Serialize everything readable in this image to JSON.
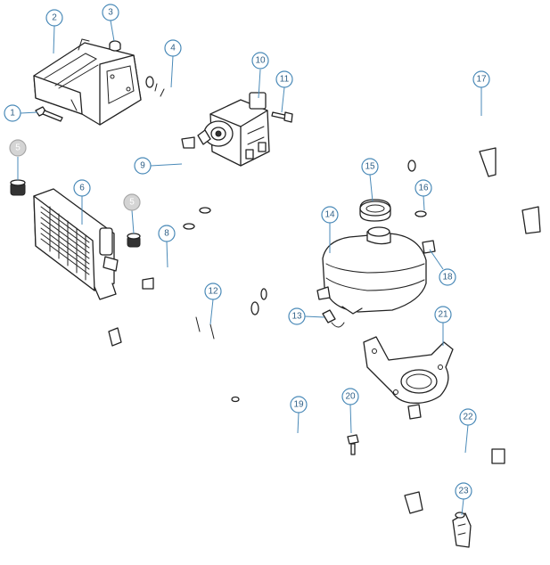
{
  "callouts": {
    "c1": "1",
    "c2": "2",
    "c3": "3",
    "c4": "4",
    "c5a": "5",
    "c5b": "5",
    "c6": "6",
    "c8": "8",
    "c9": "9",
    "c10": "10",
    "c11": "11",
    "c12": "12",
    "c13": "13",
    "c14": "14",
    "c15": "15",
    "c16": "16",
    "c17": "17",
    "c18": "18",
    "c19": "19",
    "c20": "20",
    "c21": "21",
    "c22": "22",
    "c23": "23"
  },
  "colors": {
    "callout_ring": "#4a8ab8",
    "callout_text": "#2f5f86",
    "callout_muted_fill": "#d4d4d4",
    "line_art": "#222222"
  }
}
